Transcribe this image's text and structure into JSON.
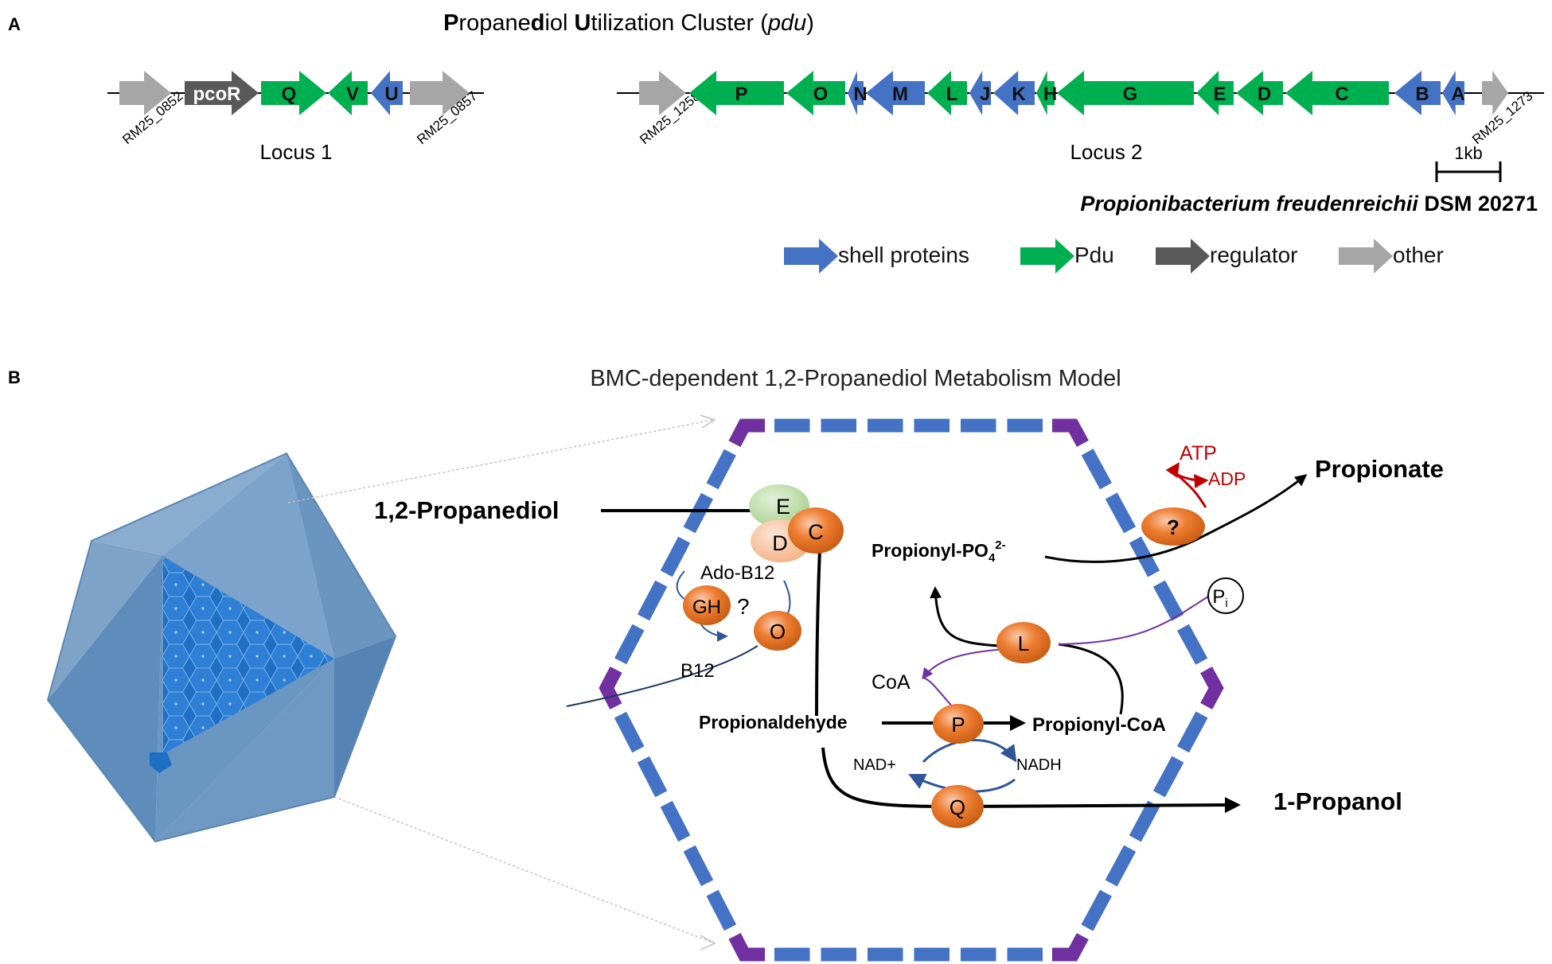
{
  "panel_a": {
    "letter": "A",
    "title_parts": [
      "P",
      "ropane",
      "d",
      "iol ",
      "U",
      "tilization Cluster (",
      "pdu",
      ")"
    ],
    "locus1_label": "Locus 1",
    "locus2_label": "Locus 2",
    "scale_label": "1kb",
    "organism_species": "Propionibacterium freudenreichii",
    "organism_strain": "DSM 20271",
    "locus1_genes": [
      {
        "label": "RM25_0852",
        "type": "other",
        "dir": "right",
        "rot": true
      },
      {
        "label": "pcoR",
        "type": "regulator",
        "dir": "right",
        "rot": false
      },
      {
        "label": "Q",
        "type": "pdu",
        "dir": "right",
        "rot": false
      },
      {
        "label": "V",
        "type": "pdu",
        "dir": "left",
        "rot": false
      },
      {
        "label": "U",
        "type": "shell",
        "dir": "left",
        "rot": false
      },
      {
        "label": "RM25_0857",
        "type": "other",
        "dir": "right",
        "rot": true
      }
    ],
    "locus2_genes": [
      {
        "label": "RM25_1258",
        "type": "other",
        "dir": "right",
        "rot": true
      },
      {
        "label": "P",
        "type": "pdu",
        "dir": "left",
        "rot": false
      },
      {
        "label": "O",
        "type": "pdu",
        "dir": "left",
        "rot": false
      },
      {
        "label": "N",
        "type": "shell",
        "dir": "left",
        "rot": false
      },
      {
        "label": "M",
        "type": "shell",
        "dir": "left",
        "rot": false
      },
      {
        "label": "L",
        "type": "pdu",
        "dir": "left",
        "rot": false
      },
      {
        "label": "J",
        "type": "shell",
        "dir": "left",
        "rot": false
      },
      {
        "label": "K",
        "type": "shell",
        "dir": "left",
        "rot": false
      },
      {
        "label": "H",
        "type": "pdu",
        "dir": "left",
        "rot": false
      },
      {
        "label": "G",
        "type": "pdu",
        "dir": "left",
        "rot": false
      },
      {
        "label": "E",
        "type": "pdu",
        "dir": "left",
        "rot": false
      },
      {
        "label": "D",
        "type": "pdu",
        "dir": "left",
        "rot": false
      },
      {
        "label": "C",
        "type": "pdu",
        "dir": "left",
        "rot": false
      },
      {
        "label": "B",
        "type": "shell",
        "dir": "left",
        "rot": false
      },
      {
        "label": "A",
        "type": "shell",
        "dir": "left",
        "rot": false
      },
      {
        "label": "RM25_1273",
        "type": "other",
        "dir": "right",
        "rot": true
      }
    ],
    "legend": [
      {
        "type": "shell",
        "label": "shell proteins"
      },
      {
        "type": "pdu",
        "label": "Pdu"
      },
      {
        "type": "regulator",
        "label": "regulator"
      },
      {
        "type": "other",
        "label": "other"
      }
    ]
  },
  "panel_b": {
    "letter": "B",
    "title": "BMC-dependent 1,2-Propanediol Metabolism Model",
    "substrate": "1,2-Propanediol",
    "product_propionate": "Propionate",
    "product_propanol": "1-Propanol",
    "propionaldehyde": "Propionaldehyde",
    "propionyl_coa": "Propionyl-CoA",
    "propionyl_po4": "Propionyl-PO",
    "po4_sub": "4",
    "po4_sup": "2-",
    "atp": "ATP",
    "adp": "ADP",
    "coa": "CoA",
    "nad": "NAD+",
    "nadh": "NADH",
    "ado_b12": "Ado-B12",
    "b12": "B12",
    "pi_main": "P",
    "pi_sub": "i",
    "question": "?",
    "enzymes": {
      "E": "E",
      "D": "D",
      "C": "C",
      "GH": "GH",
      "O": "O",
      "L": "L",
      "P": "P",
      "Q": "Q",
      "X": "?"
    }
  },
  "colors": {
    "shell": "#4472C4",
    "pdu": "#00B050",
    "regulator": "#595959",
    "other": "#A6A6A6",
    "enzyme": "#ED7D31",
    "enzyme_light": "#F4B183",
    "enzyme_green": "#A9D18E",
    "bmc_blue": "#4472C4",
    "bmc_vertex": "#7030A0",
    "atp_red": "#C00000",
    "purple_line": "#7030A0"
  }
}
